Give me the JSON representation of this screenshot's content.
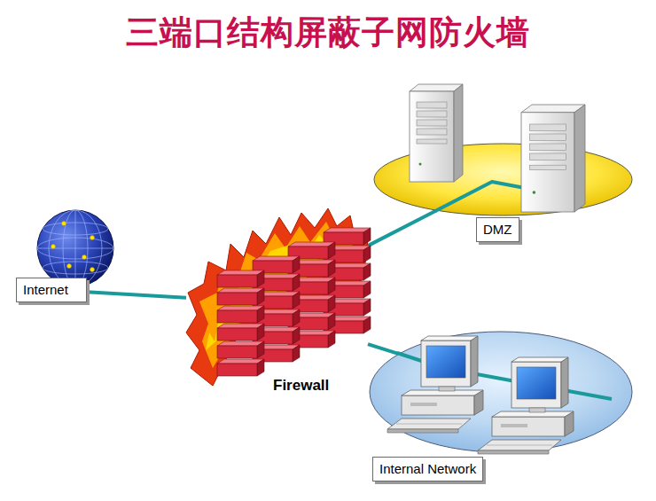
{
  "diagram": {
    "title": "三端口结构屏蔽子网防火墙",
    "nodes": [
      {
        "text": [
          "Internet"
        ]
      },
      {
        "text": [
          "Firewall"
        ]
      },
      {
        "text": [
          "DMZ"
        ]
      },
      {
        "text": [
          "Internal Network"
        ]
      }
    ],
    "edges": [
      {
        "from": 0,
        "to": 1,
        "arrow": "none"
      },
      {
        "from": 1,
        "to": 2,
        "arrow": "none"
      },
      {
        "from": 1,
        "to": 3,
        "arrow": "none"
      }
    ]
  }
}
